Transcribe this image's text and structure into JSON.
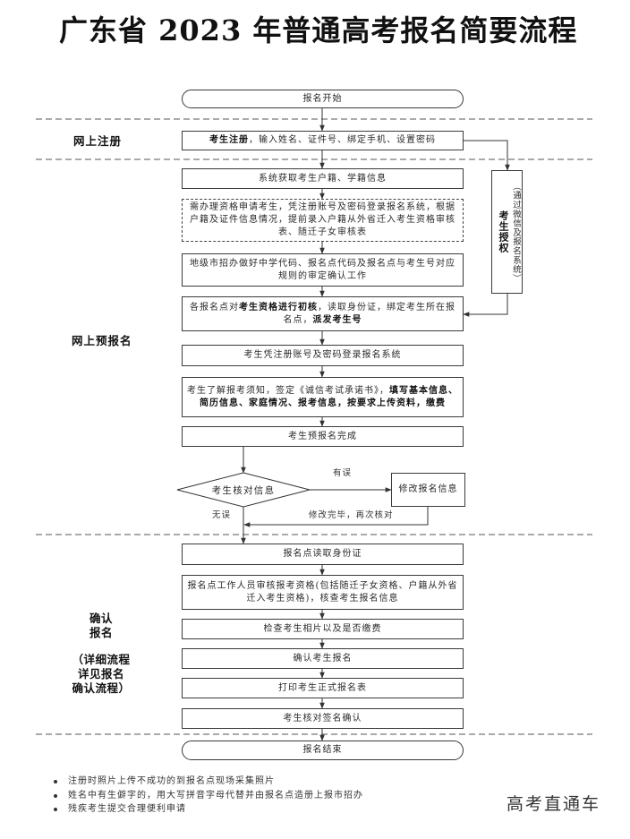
{
  "title": "广东省 2023 年普通高考报名简要流程",
  "sections": {
    "online_register": "网上注册",
    "online_pre_register": "网上预报名",
    "confirm": [
      "确认",
      "报名"
    ],
    "confirm_detail": [
      "（详细流程",
      "详见报名",
      "确认流程）"
    ]
  },
  "flow": {
    "start": "报名开始",
    "register": {
      "bold": "考生注册",
      "rest": "，输入姓名、证件号、绑定手机、设置密码"
    },
    "fetch_info": "系统获取考生户籍、学籍信息",
    "qualification_apply": "需办理资格申请考生，凭注册账号及密码登录报名系统，根据户籍及证件信息情况，提前录入户籍从外省迁入考生资格审核表、随迁子女审核表",
    "city_codes": "地级市招办做好中学代码、报名点代码及报名点与考生号对应规则的审定确认工作",
    "initial_review": [
      "各报名点对",
      "考生资格进行初核",
      "，读取身份证，绑定考生所在报名点，",
      "派发考生号"
    ],
    "login": "考生凭注册账号及密码登录报名系统",
    "fill_info": [
      "考生了解报考须知，签定《诚信考试承诺书》，",
      "填写基本信息、简历信息、家庭情况、报考信息，按要求上传资料，缴费"
    ],
    "pre_register_done": "考生预报名完成",
    "check_info": "考生核对信息",
    "error_label": "有误",
    "modify_info": "修改报名信息",
    "recheck_label": "修改完毕，再次核对",
    "ok_label": "无误",
    "read_id": "报名点读取身份证",
    "staff_review": "报名点工作人员审核报考资格(包括随迁子女资格、户籍从外省迁入考生资格)，核查考生报名信息",
    "check_photo_fee": "检查考生相片以及是否缴费",
    "confirm_register": "确认考生报名",
    "print_form": "打印考生正式报名表",
    "sign_confirm": "考生核对签名确认",
    "end": "报名结束"
  },
  "side_branch": {
    "title": "考生授权",
    "note": "（通过微信及报名系统）"
  },
  "notes": [
    "注册时照片上传不成功的到报名点现场采集照片",
    "姓名中有生僻字的，用大写拼音字母代替并由报名点造册上报市招办",
    "残疾考生提交合理便利申请"
  ],
  "watermark": "高考直通车"
}
